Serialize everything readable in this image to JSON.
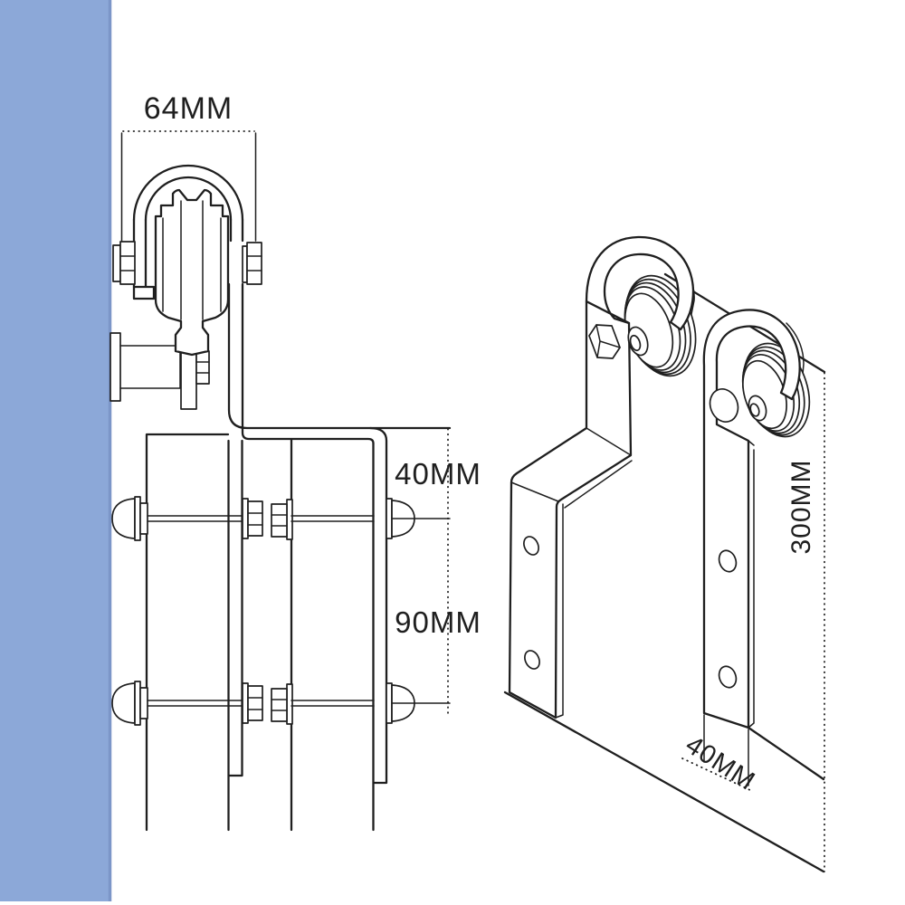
{
  "page": {
    "background": "#ffffff"
  },
  "colors": {
    "wall_blue": "#8CA8D8",
    "wall_blue_edge": "#7C96C8",
    "line": "#1f1f1f"
  },
  "diagram": {
    "kind": "technical-drawing",
    "subject": "Sliding barn door roller hanger hardware",
    "side_view": {
      "dims": [
        {
          "id": "roller-overall-width",
          "label": "64MM"
        },
        {
          "id": "door-top-to-first-bolt",
          "label": "40MM"
        },
        {
          "id": "bolt-hole-spacing",
          "label": "90MM"
        }
      ]
    },
    "perspective_view": {
      "dims": [
        {
          "id": "strap-length",
          "label": "300MM"
        },
        {
          "id": "strap-width",
          "label": "40MM"
        }
      ]
    }
  }
}
